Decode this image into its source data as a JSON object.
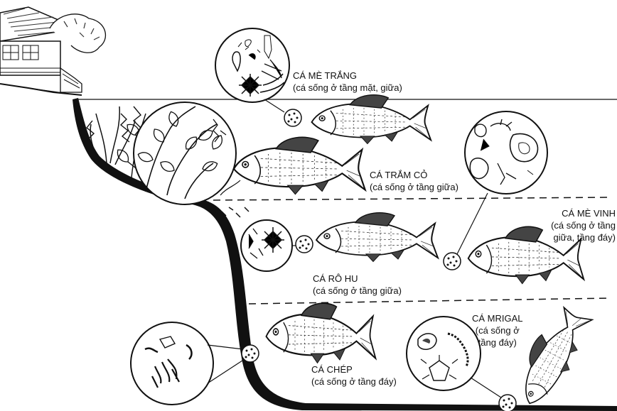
{
  "colors": {
    "ink": "#111111",
    "paper": "#ffffff",
    "hatch": "#555555"
  },
  "fish": {
    "me_trang": {
      "name": "CÁ MÈ TRẮNG",
      "habitat": "(cá sống ở tầng mặt, giữa)"
    },
    "tram_co": {
      "name": "CÁ TRẮM CỎ",
      "habitat": "(cá sống ở tầng giữa)"
    },
    "me_vinh": {
      "name": "CÁ MÈ VINH",
      "habitat_line1": "(cá sống ở tầng",
      "habitat_line2": "giữa, tầng đáy)"
    },
    "ro_hu": {
      "name": "CÁ RÔ HU",
      "habitat": "(cá sống ở tầng giữa)"
    },
    "mrigal": {
      "name": "CÁ MRIGAL",
      "habitat_line1": "(cá sống ở",
      "habitat_line2": "tầng đáy)"
    },
    "chep": {
      "name": "CÁ CHÉP",
      "habitat": "(cá sống ở tầng đáy)"
    }
  },
  "icons": [
    "house-icon",
    "water-plant-icon",
    "plankton-icon",
    "zooplankton-icon",
    "worm-icon",
    "snail-icon",
    "insect-larva-icon",
    "fish-icon"
  ]
}
